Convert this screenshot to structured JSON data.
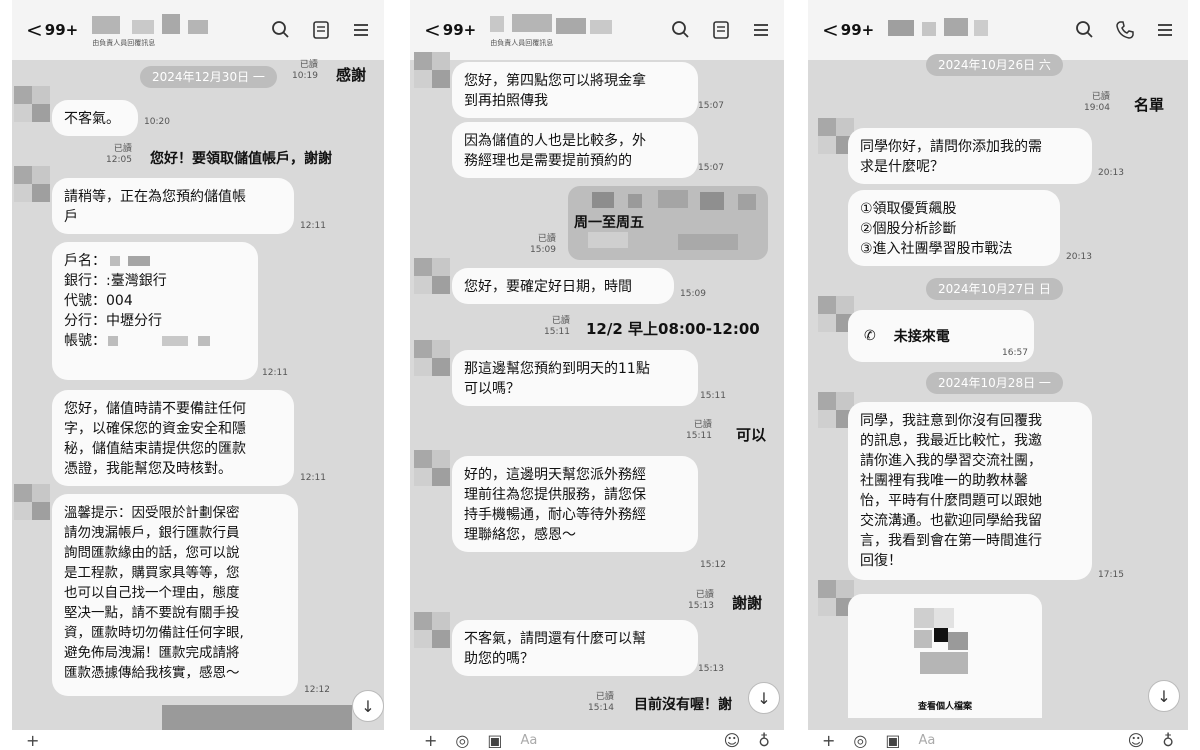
{
  "panel1": {
    "header": {
      "back_count": "99+",
      "subtitle": "由負責人員回覆訊息"
    },
    "date_divider": "2024年12月30日 一",
    "messages": [
      {
        "type": "out",
        "read": "已讀",
        "time": "10:19",
        "text": "感謝"
      },
      {
        "type": "in",
        "lines": [
          "不客氣。"
        ],
        "time": "10:20"
      },
      {
        "type": "out",
        "read": "已讀",
        "time": "12:05",
        "text": "您好！要領取儲值帳戶，謝謝"
      },
      {
        "type": "in",
        "lines": [
          "請稍等，正在為您預約儲值帳",
          "戶"
        ],
        "time": "12:11"
      },
      {
        "type": "in",
        "lines": [
          "戶名：",
          "銀行：:臺灣銀行",
          "代號：004",
          "分行：中壢分行",
          "帳號："
        ],
        "time": "12:11"
      },
      {
        "type": "in",
        "lines": [
          "您好，儲值時請不要備註任何",
          "字，以確保您的資金安全和隱",
          "秘，儲值結束請提供您的匯款",
          "憑證，我能幫您及時核對。"
        ],
        "time": "12:11"
      },
      {
        "type": "in",
        "lines": [
          "溫馨提示：因受限於計劃保密",
          "請勿洩漏帳戶，銀行匯款行員",
          "詢問匯款緣由的話，您可以說",
          "是工程款，購買家具等等，您",
          "也可以自己找一个理由，態度",
          "堅决一點，請不要說有關手投",
          "資，匯款時切勿備註任何字眼,",
          "避免佈局洩漏！匯款完成請將",
          "匯款憑據傳給我核實，感恩～"
        ],
        "time": "12:12"
      }
    ]
  },
  "panel2": {
    "header": {
      "back_count": "99+",
      "subtitle": "由負責人員回覆訊息"
    },
    "messages": [
      {
        "type": "in",
        "lines": [
          "您好，第四點您可以將現金拿",
          "到再拍照傳我"
        ],
        "time": "15:07"
      },
      {
        "type": "in",
        "lines": [
          "因為儲值的人也是比較多，外",
          "務經理也是需要提前預約的"
        ],
        "time": "15:07"
      },
      {
        "type": "out-image",
        "read": "已讀",
        "time": "15:09",
        "text": "周一至周五"
      },
      {
        "type": "in",
        "lines": [
          "您好，要確定好日期，時間"
        ],
        "time": "15:09"
      },
      {
        "type": "out",
        "read": "已讀",
        "time": "15:11",
        "text": "12/2 早上08:00-12:00"
      },
      {
        "type": "in",
        "lines": [
          "那這邊幫您預約到明天的11點",
          "可以嗎？"
        ],
        "time": "15:11"
      },
      {
        "type": "out",
        "read": "已讀",
        "time": "15:11",
        "text": "可以"
      },
      {
        "type": "in",
        "lines": [
          "好的，這邊明天幫您派外務經",
          "理前往為您提供服務，請您保",
          "持手機暢通，耐心等待外務經",
          "理聯絡您，感恩～"
        ],
        "time": "15:12"
      },
      {
        "type": "out",
        "read": "已讀",
        "time": "15:13",
        "text": "謝謝"
      },
      {
        "type": "in",
        "lines": [
          "不客氣，請問還有什麼可以幫",
          "助您的嗎？"
        ],
        "time": "15:13"
      },
      {
        "type": "out",
        "read": "已讀",
        "time": "15:14",
        "text": "目前沒有喔！謝"
      }
    ],
    "input_placeholder": "Aa"
  },
  "panel3": {
    "header": {
      "back_count": "99+"
    },
    "dates": [
      "2024年10月26日 六",
      "2024年10月27日 日",
      "2024年10月28日 一"
    ],
    "messages": [
      {
        "type": "out",
        "read": "已讀",
        "time": "19:04",
        "text": "名單"
      },
      {
        "type": "in",
        "lines": [
          "同學你好，請問你添加我的需",
          "求是什麼呢？"
        ],
        "time": "20:13"
      },
      {
        "type": "in",
        "lines": [
          "①領取優質飆股",
          "②個股分析診斷",
          "③進入社團學習股市戰法"
        ],
        "time": "20:13"
      },
      {
        "type": "call",
        "text": "未接來電",
        "time": "16:57"
      },
      {
        "type": "in",
        "lines": [
          "同學，我註意到你沒有回覆我",
          "的訊息，我最近比較忙，我邀",
          "請你進入我的學習交流社團，",
          "社團裡有我唯一的助教林馨",
          "怡，平時有什麼問題可以跟她",
          "交流溝通。也歡迎同學給我留",
          "言，我看到會在第一時間進行",
          "回復！"
        ],
        "time": "17:15"
      },
      {
        "type": "profile",
        "text": "查看個人檔案"
      }
    ],
    "input_placeholder": "Aa"
  },
  "icons": [
    "chevron-left-icon",
    "search-icon",
    "note-icon",
    "menu-icon",
    "phone-icon",
    "arrow-down-icon",
    "plus-icon",
    "camera-icon",
    "image-icon",
    "emoji-icon",
    "mic-icon"
  ]
}
